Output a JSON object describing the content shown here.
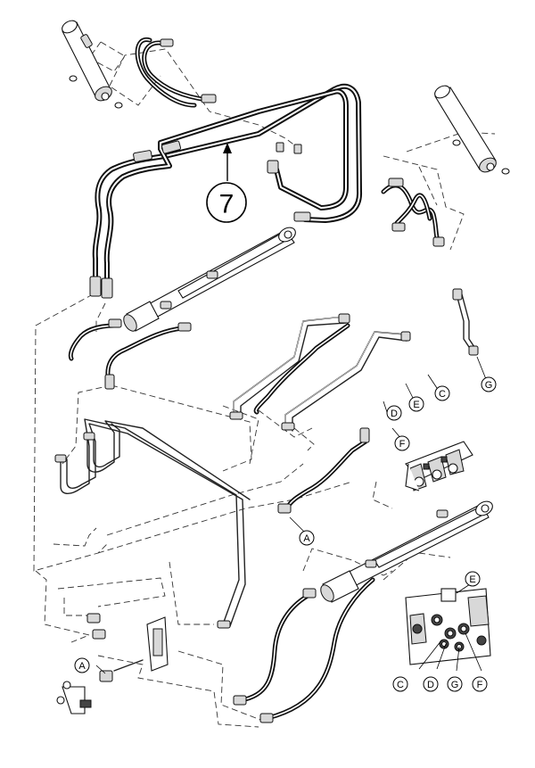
{
  "callouts": {
    "main": "7",
    "a_hose": "A",
    "a_valve": "A",
    "c_tube": "C",
    "d_tube": "D",
    "e_tube": "E",
    "f_tube": "F",
    "g_tube": "G",
    "c_block": "C",
    "d_block": "D",
    "e_block": "E",
    "f_block": "F",
    "g_block": "G"
  }
}
